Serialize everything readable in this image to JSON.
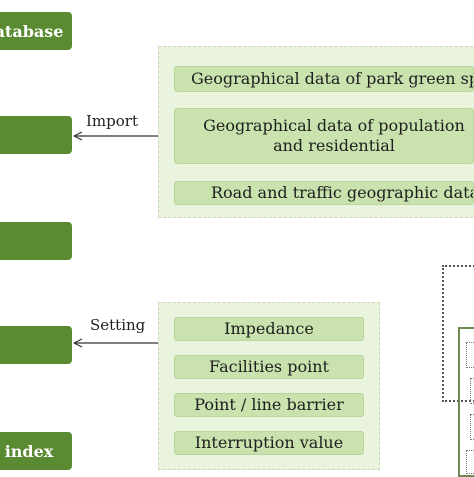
{
  "left_boxes": [
    {
      "label": "atabase"
    },
    {
      "label": ""
    },
    {
      "label": ""
    },
    {
      "label": ""
    },
    {
      "label": "index"
    }
  ],
  "import_label": "Import",
  "setting_label": "Setting",
  "import_items": [
    "Geographical data of park green spac",
    "Geographical data of population and residential",
    "Road and traffic geographic data"
  ],
  "setting_items": [
    "Impedance",
    "Facilities point",
    "Point / line barrier",
    "Interruption value"
  ],
  "colors": {
    "box_green": "#5a8a32",
    "panel_green": "#eaf3de",
    "item_green": "#c9e2ae"
  }
}
